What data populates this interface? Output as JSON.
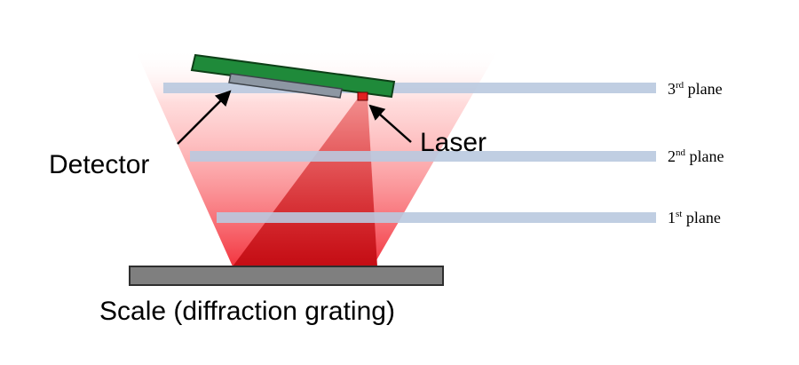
{
  "labels": {
    "detector": "Detector",
    "laser": "Laser",
    "scale": "Scale (diffraction grating)"
  },
  "planes": [
    {
      "number": "3",
      "suffix": "rd",
      "word": " plane"
    },
    {
      "number": "2",
      "suffix": "nd",
      "word": " plane"
    },
    {
      "number": "1",
      "suffix": "st",
      "word": " plane"
    }
  ],
  "colors": {
    "board": "#1f8a3a",
    "detector": "#8d97a3",
    "laser": "#e02020",
    "beam": "#d80f1b",
    "scale": "#7f7f7f",
    "plane": "#b8c8de"
  }
}
